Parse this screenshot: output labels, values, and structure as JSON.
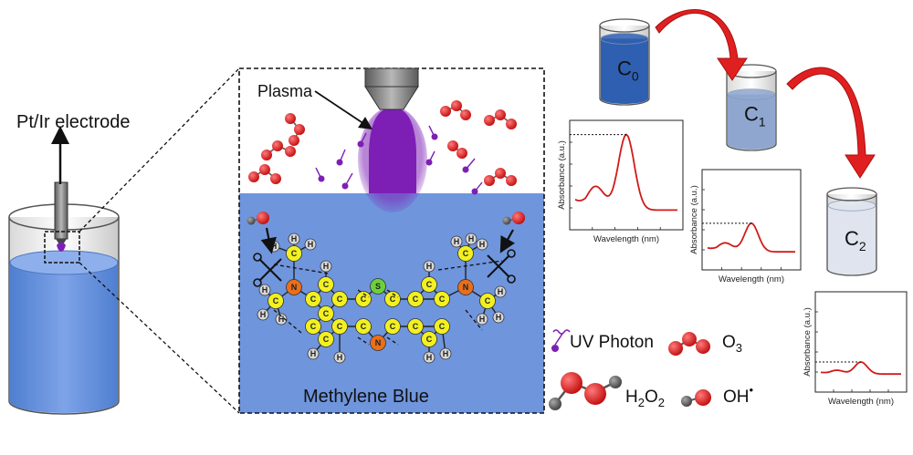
{
  "labels": {
    "electrode": "Pt/Ir electrode",
    "plasma": "Plasma",
    "methylene_blue": "Methylene Blue"
  },
  "atoms": {
    "carbon": "C",
    "hydrogen": "H",
    "nitrogen": "N",
    "sulfur": "S"
  },
  "legend": {
    "uv_photon": "UV Photon",
    "ozone": "O",
    "ozone_sub": "3",
    "peroxide": "H",
    "peroxide_sub1": "2",
    "peroxide_mid": "O",
    "peroxide_sub2": "2",
    "hydroxyl": "OH",
    "hydroxyl_sup": "•"
  },
  "beakers": [
    {
      "letter": "C",
      "sub": "0",
      "color": "#2f5fb0"
    },
    {
      "letter": "C",
      "sub": "1",
      "color": "#8fa7cf"
    },
    {
      "letter": "C",
      "sub": "2",
      "color": "#dfe4ef"
    }
  ],
  "spectra": {
    "xlabel": "Wavelength (nm)",
    "ylabel": "Absorbance (a.u.)"
  },
  "colors": {
    "liquid": "#6f95dd",
    "plasma": "#7d1fb5",
    "arrow_red": "#e02020",
    "curve": "#d21a1a",
    "oxygen": "#e01818",
    "hydrogen_atom": "#5c5c5c",
    "carbon": "#f2f020",
    "nitrogen": "#e96f1a",
    "sulfur": "#6bd13a"
  }
}
